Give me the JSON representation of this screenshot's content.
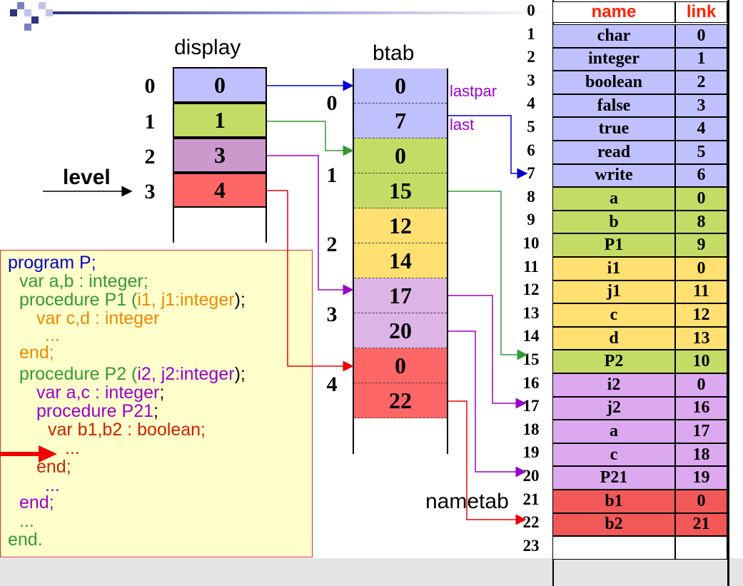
{
  "labels": {
    "display": "display",
    "btab": "btab",
    "level": "level",
    "nametab": "nametab",
    "lastpar": "lastpar",
    "last": "last"
  },
  "colors": {
    "blue": "#c0c0ff",
    "green": "#c4dc66",
    "purple": "#cc99cc",
    "lightpurple": "#dcb4e6",
    "red": "#ff6666",
    "yellow": "#ffe070",
    "ntblue": "#c0c0ff",
    "ntgreen": "#c4dc66",
    "ntyellow": "#ffe070",
    "ntpurple": "#dca8f0",
    "ntred": "#f25858",
    "header_text": "#ff2200"
  },
  "display": {
    "indices": [
      "0",
      "1",
      "2",
      "3"
    ],
    "values": [
      "0",
      "1",
      "3",
      "4"
    ]
  },
  "btab": {
    "block_indices": [
      "0",
      "1",
      "2",
      "3",
      "4"
    ],
    "values": [
      "0",
      "7",
      "0",
      "15",
      "12",
      "14",
      "17",
      "20",
      "0",
      "22"
    ]
  },
  "nametab": {
    "header": {
      "name": "name",
      "link": "link"
    },
    "row_indices": [
      "0",
      "1",
      "2",
      "3",
      "4",
      "5",
      "6",
      "7",
      "8",
      "9",
      "10",
      "11",
      "12",
      "13",
      "14",
      "15",
      "16",
      "17",
      "18",
      "19",
      "20",
      "21",
      "22",
      "23"
    ],
    "rows": [
      {
        "name": "char",
        "link": "0"
      },
      {
        "name": "integer",
        "link": "1"
      },
      {
        "name": "boolean",
        "link": "2"
      },
      {
        "name": "false",
        "link": "3"
      },
      {
        "name": "true",
        "link": "4"
      },
      {
        "name": "read",
        "link": "5"
      },
      {
        "name": "write",
        "link": "6"
      },
      {
        "name": "a",
        "link": "0"
      },
      {
        "name": "b",
        "link": "8"
      },
      {
        "name": "P1",
        "link": "9"
      },
      {
        "name": "i1",
        "link": "0"
      },
      {
        "name": "j1",
        "link": "11"
      },
      {
        "name": "c",
        "link": "12"
      },
      {
        "name": "d",
        "link": "13"
      },
      {
        "name": "P2",
        "link": "10"
      },
      {
        "name": "i2",
        "link": "0"
      },
      {
        "name": "j2",
        "link": "16"
      },
      {
        "name": "a",
        "link": "17"
      },
      {
        "name": "c",
        "link": "18"
      },
      {
        "name": "P21",
        "link": "19"
      },
      {
        "name": "b1",
        "link": "0"
      },
      {
        "name": "b2",
        "link": "21"
      }
    ]
  },
  "code": {
    "l1": "program P;",
    "l2": "var  a,b : integer;",
    "l3a": "procedure P1 (",
    "l3b": "i1, j1:integer",
    "l3c": ");",
    "l4": "var  c,d : integer",
    "l5": "...",
    "l6": "end;",
    "l7a": "procedure P2 (",
    "l7b": "i2, j2:integer",
    "l7c": ");",
    "l8a": "var  a,c : integer",
    "l8b": ";",
    "l9a": "procedure P21",
    "l9b": ";",
    "l10": "var  b1,b2 : boolean;",
    "l11": "...",
    "l12": "end;",
    "l13": "...",
    "l14": "end;",
    "l15": "...",
    "l16": "end."
  }
}
